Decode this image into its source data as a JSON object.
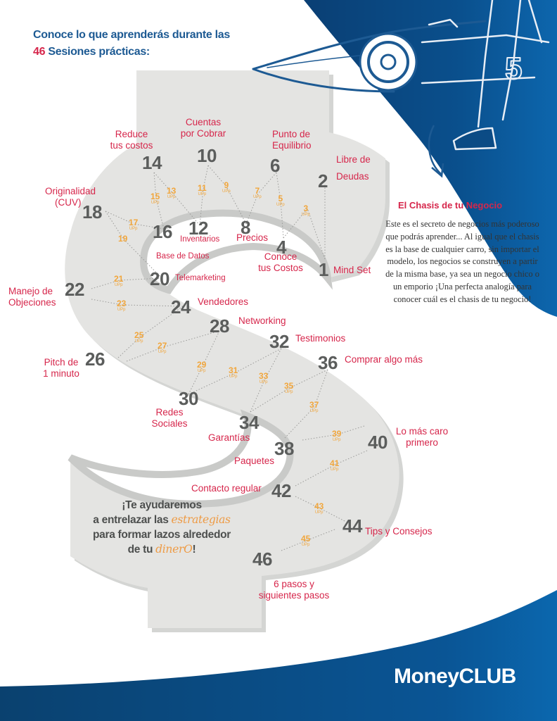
{
  "header": {
    "line1": "Conoce lo que aprenderás durante las",
    "line2_number": "46",
    "line2_text": " Sesiones prácticas:"
  },
  "colors": {
    "brand_blue": "#1d5a93",
    "dark_blue": "#0b4b85",
    "accent_red": "#d6264b",
    "session_number": "#5b5d5c",
    "upp_orange": "#f1a63c",
    "dollar_gray": "#e3e3e1"
  },
  "sessions": [
    {
      "n": "1",
      "label": "Mind Set"
    },
    {
      "n": "2",
      "label": "Libre de Deudas"
    },
    {
      "n": "4",
      "label": "Conoce tus Costos"
    },
    {
      "n": "6",
      "label": "Punto de Equilibrio"
    },
    {
      "n": "8",
      "label": "Precios"
    },
    {
      "n": "10",
      "label": "Cuentas por Cobrar"
    },
    {
      "n": "12",
      "label": "Inventarios"
    },
    {
      "n": "14",
      "label": "Reduce tus costos"
    },
    {
      "n": "16",
      "label": "Base de Datos"
    },
    {
      "n": "18",
      "label": "Originalidad (CUV)"
    },
    {
      "n": "20",
      "label": "Telemarketing"
    },
    {
      "n": "22",
      "label": "Manejo de Objeciones"
    },
    {
      "n": "24",
      "label": "Vendedores"
    },
    {
      "n": "26",
      "label": "Pitch de 1 minuto"
    },
    {
      "n": "28",
      "label": "Networking"
    },
    {
      "n": "30",
      "label": "Redes Sociales"
    },
    {
      "n": "32",
      "label": "Testimonios"
    },
    {
      "n": "34",
      "label": "Garantías"
    },
    {
      "n": "36",
      "label": "Comprar algo más"
    },
    {
      "n": "38",
      "label": "Paquetes"
    },
    {
      "n": "40",
      "label": "Lo más caro primero"
    },
    {
      "n": "42",
      "label": "Contacto regular"
    },
    {
      "n": "44",
      "label": "Tips y Consejos"
    },
    {
      "n": "46",
      "label": "6 pasos y siguientes pasos"
    }
  ],
  "labels": {
    "s1": "Mind Set",
    "s2a": "Libre de",
    "s2b": "Deudas",
    "s4a": "Conoce",
    "s4b": "tus Costos",
    "s6a": "Punto de",
    "s6b": "Equilibrio",
    "s8": "Precios",
    "s10a": "Cuentas",
    "s10b": "por Cobrar",
    "s12": "Inventarios",
    "s14a": "Reduce",
    "s14b": "tus costos",
    "s16": "Base de Datos",
    "s18a": "Originalidad",
    "s18b": "(CUV)",
    "s20": "Telemarketing",
    "s22a": "Manejo de",
    "s22b": "Objeciones",
    "s24": "Vendedores",
    "s26a": "Pitch de",
    "s26b": "1 minuto",
    "s28": "Networking",
    "s30a": "Redes",
    "s30b": "Sociales",
    "s32": "Testimonios",
    "s34": "Garantías",
    "s36": "Comprar algo más",
    "s38": "Paquetes",
    "s40a": "Lo más caro",
    "s40b": "primero",
    "s42": "Contacto regular",
    "s44": "Tips y Consejos",
    "s46a": "6 pasos y",
    "s46b": "siguientes pasos"
  },
  "numbers": {
    "n1": "1",
    "n2": "2",
    "n4": "4",
    "n6": "6",
    "n8": "8",
    "n10": "10",
    "n12": "12",
    "n14": "14",
    "n16": "16",
    "n18": "18",
    "n20": "20",
    "n22": "22",
    "n24": "24",
    "n26": "26",
    "n28": "28",
    "n30": "30",
    "n32": "32",
    "n34": "34",
    "n36": "36",
    "n38": "38",
    "n40": "40",
    "n42": "42",
    "n44": "44",
    "n46": "46"
  },
  "upp_sessions": {
    "tag": "UPp",
    "n3": "3",
    "n5": "5",
    "n7": "7",
    "n9": "9",
    "n11": "11",
    "n13": "13",
    "n15": "15",
    "n17": "17",
    "n19": "19",
    "n21": "21",
    "n23": "23",
    "n25": "25",
    "n27": "27",
    "n29": "29",
    "n31": "31",
    "n33": "33",
    "n35": "35",
    "n37": "37",
    "n39": "39",
    "n41": "41",
    "n43": "43",
    "n45": "45"
  },
  "sidebar": {
    "title": "El Chasis de tu Negocio",
    "body": "Este es el secreto de negocios más poderoso que podrás aprender... Al igual que el chasis es la base de cualquier carro, sin importar el modelo, los negocios se construyen a partir de la misma base, ya sea un negocio chico o un emporio ¡Una perfecta analogía para conocer cuál es el chasis de tu negocio!"
  },
  "slogan": {
    "l1": "¡Te ayudaremos",
    "l2a": "a entrelazar las ",
    "l2b": "estrategias",
    "l3": "para formar lazos alrededor",
    "l4a": "de tu ",
    "l4b": "dinerO",
    "l4c": "!"
  },
  "car_illustration": {
    "car_number": "5"
  },
  "logo": {
    "text": "MoneyCLUB"
  }
}
